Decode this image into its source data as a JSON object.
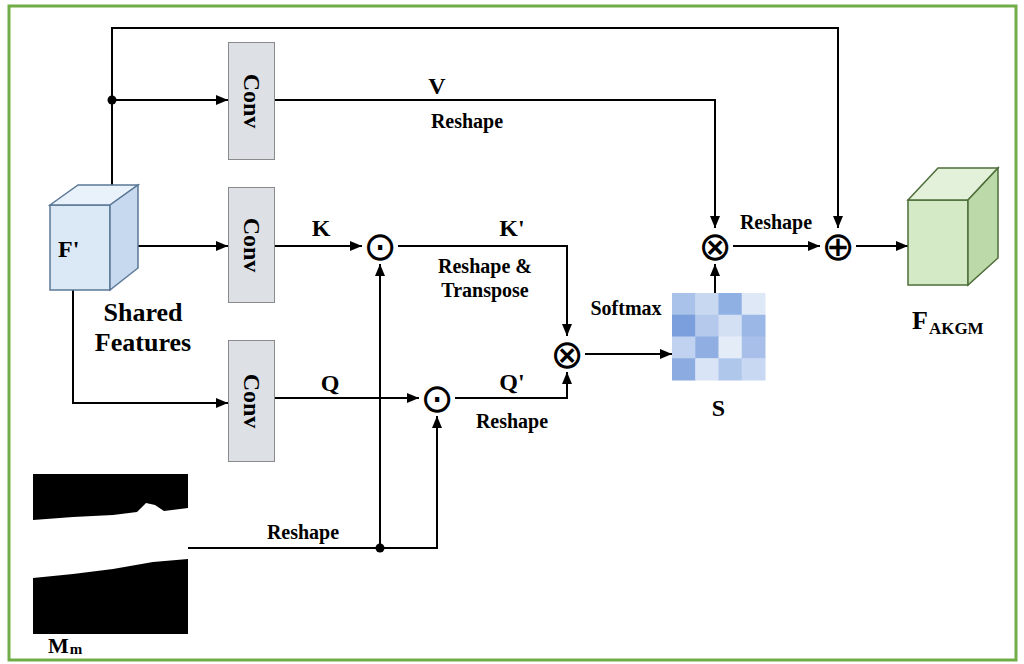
{
  "diagram": {
    "nodes": [
      {
        "text": [
          "F'",
          "Shared Features"
        ]
      },
      {
        "text": [
          "Conv"
        ]
      },
      {
        "text": [
          "Conv"
        ]
      },
      {
        "text": [
          "Conv"
        ]
      },
      {
        "text": [
          "⊙"
        ]
      },
      {
        "text": [
          "⊙"
        ]
      },
      {
        "text": [
          "⊗"
        ]
      },
      {
        "text": [
          "S"
        ]
      },
      {
        "text": [
          "⊗"
        ]
      },
      {
        "text": [
          "⊕"
        ]
      },
      {
        "text": [
          "F",
          "AKGM"
        ]
      },
      {
        "text": [
          "M",
          "m"
        ]
      }
    ],
    "edges": [
      {
        "from": 0,
        "to": 1,
        "arrow": "to"
      },
      {
        "from": 0,
        "to": 2,
        "arrow": "to"
      },
      {
        "from": 0,
        "to": 3,
        "arrow": "to"
      },
      {
        "from": 0,
        "to": 9,
        "arrow": "to"
      },
      {
        "from": 1,
        "to": 8,
        "label": "V",
        "arrow": "to"
      },
      {
        "from": 2,
        "to": 4,
        "label": "K",
        "arrow": "to"
      },
      {
        "from": 3,
        "to": 5,
        "label": "Q",
        "arrow": "to"
      },
      {
        "from": 11,
        "to": 4,
        "arrow": "to"
      },
      {
        "from": 11,
        "to": 5,
        "label": "Reshape",
        "arrow": "to"
      },
      {
        "from": 4,
        "to": 6,
        "label": "K'",
        "arrow": "to"
      },
      {
        "from": 5,
        "to": 6,
        "label": "Q'",
        "arrow": "to"
      },
      {
        "from": 6,
        "to": 7,
        "label": "Softmax",
        "arrow": "to"
      },
      {
        "from": 7,
        "to": 8,
        "arrow": "to"
      },
      {
        "from": 8,
        "to": 9,
        "label": "Reshape",
        "arrow": "to"
      },
      {
        "from": 9,
        "to": 10,
        "arrow": "to"
      }
    ],
    "labels": [
      "Reshape",
      "Reshape & Transpose",
      "Reshape"
    ]
  }
}
